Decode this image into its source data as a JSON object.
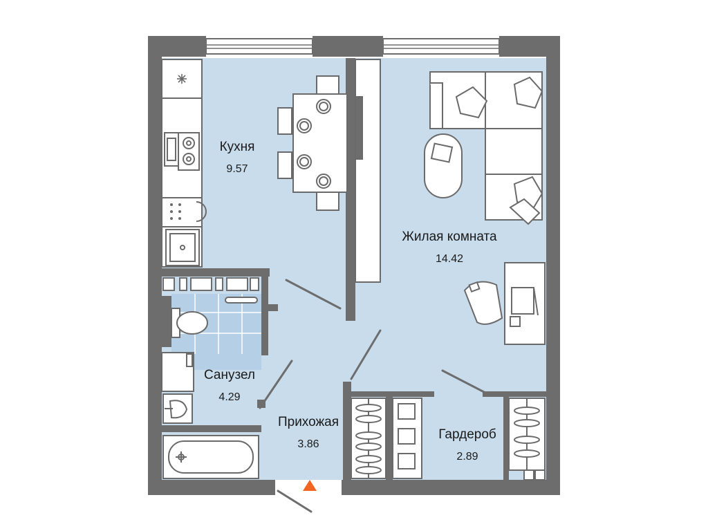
{
  "rooms": {
    "kitchen": {
      "name": "Кухня",
      "area": "9.57"
    },
    "living": {
      "name": "Жилая комната",
      "area": "14.42"
    },
    "bathroom": {
      "name": "Санузел",
      "area": "4.29"
    },
    "hallway": {
      "name": "Прихожая",
      "area": "3.86"
    },
    "wardrobe": {
      "name": "Гардероб",
      "area": "2.89"
    }
  },
  "colors": {
    "floor": "#c8dcec",
    "wall": "#6d6d6d",
    "furniture_fill": "#ffffff",
    "furniture_stroke": "#6a6a6a",
    "entrance_marker": "#f26522",
    "tile_line": "#ffffff"
  },
  "icons": {
    "entrance": "entrance-triangle-icon"
  }
}
